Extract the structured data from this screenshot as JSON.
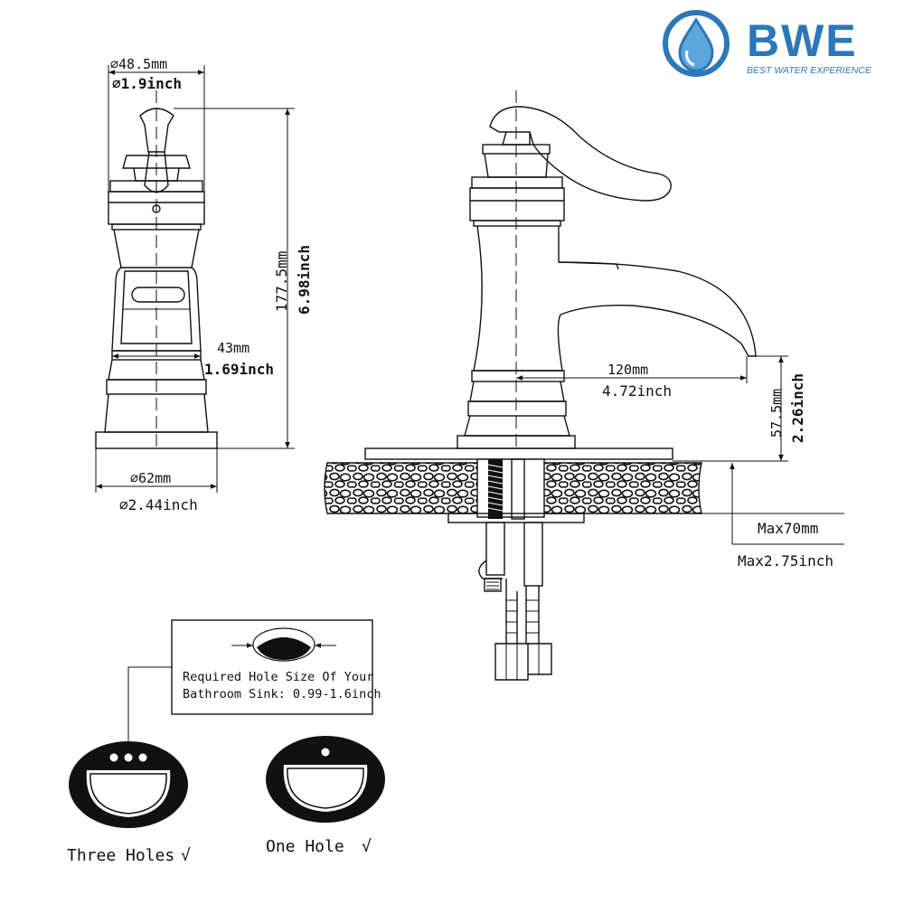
{
  "brand": {
    "name": "BWE",
    "tagline": "BEST WATER EXPERIENCE",
    "color": "#2b78b8"
  },
  "side_view": {
    "top_diameter_mm": "⌀48.5mm",
    "top_diameter_in": "⌀1.9inch",
    "height_mm": "177.5mm",
    "height_in": "6.98inch",
    "neck_mm": "43mm",
    "neck_in": "1.69inch",
    "base_diameter_mm": "⌀62mm",
    "base_diameter_in": "⌀2.44inch"
  },
  "front_view": {
    "spout_reach_mm": "120mm",
    "spout_reach_in": "4.72inch",
    "spout_height_mm": "57.5mm",
    "spout_height_in": "2.26inch",
    "deck_max_mm": "Max70mm",
    "deck_max_in": "Max2.75inch"
  },
  "hole_note": {
    "line1": "Required Hole Size Of Your",
    "line2": "Bathroom Sink: 0.99-1.6inch"
  },
  "sinks": [
    {
      "label": "Three Holes",
      "check": "√"
    },
    {
      "label": "One Hole",
      "check": "√"
    }
  ]
}
